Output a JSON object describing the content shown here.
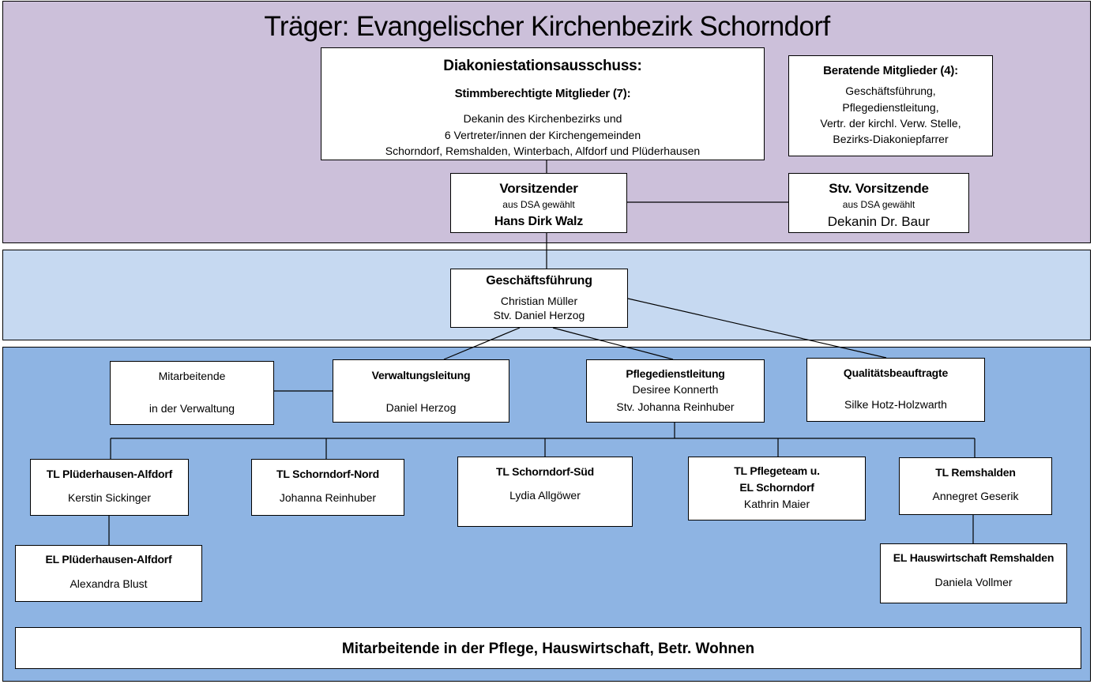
{
  "title": "Träger: Evangelischer Kirchenbezirk Schorndorf",
  "dsa": {
    "title": "Diakoniestationsausschuss:",
    "subtitle": "Stimmberechtigte Mitglieder (7):",
    "line1": "Dekanin des Kirchenbezirks und",
    "line2": "6 Vertreter/innen der Kirchengemeinden",
    "line3": "Schorndorf, Remshalden, Winterbach, Alfdorf und Plüderhausen"
  },
  "advisory": {
    "title": "Beratende Mitglieder (4):",
    "line1": "Geschäftsführung,",
    "line2": "Pflegedienstleitung,",
    "line3": "Vertr. der kirchl. Verw. Stelle,",
    "line4": "Bezirks-Diakoniepfarrer"
  },
  "chair": {
    "title": "Vorsitzender",
    "note": "aus DSA gewählt",
    "name": "Hans Dirk Walz"
  },
  "vice_chair": {
    "title": "Stv. Vorsitzende",
    "note": "aus DSA gewählt",
    "name": "Dekanin Dr. Baur"
  },
  "management": {
    "title": "Geschäftsführung",
    "line1": "Christian Müller",
    "line2": "Stv. Daniel Herzog"
  },
  "admin_staff": {
    "line1": "Mitarbeitende",
    "line2": "in der Verwaltung"
  },
  "admin_lead": {
    "title": "Verwaltungsleitung",
    "name": "Daniel Herzog"
  },
  "care_lead": {
    "title": "Pflegedienstleitung",
    "line1": "Desiree Konnerth",
    "line2": "Stv. Johanna Reinhuber"
  },
  "quality": {
    "title": "Qualitätsbeauftragte",
    "name": "Silke Hotz-Holzwarth"
  },
  "teams": [
    {
      "title": "TL Plüderhausen-Alfdorf",
      "name": "Kerstin Sickinger"
    },
    {
      "title": "TL Schorndorf-Nord",
      "name": "Johanna Reinhuber"
    },
    {
      "title": "TL Schorndorf-Süd",
      "name": "Lydia Allgöwer"
    },
    {
      "title_line1": "TL Pflegeteam u.",
      "title_line2": "EL Schorndorf",
      "name": "Kathrin Maier"
    },
    {
      "title": "TL Remshalden",
      "name": "Annegret Geserik"
    }
  ],
  "el_pluederhausen": {
    "title": "EL Plüderhausen-Alfdorf",
    "name": "Alexandra Blust"
  },
  "el_remshalden": {
    "title": "EL Hauswirtschaft Remshalden",
    "name": "Daniela Vollmer"
  },
  "staff_footer": "Mitarbeitende in der Pflege, Hauswirtschaft, Betr. Wohnen"
}
